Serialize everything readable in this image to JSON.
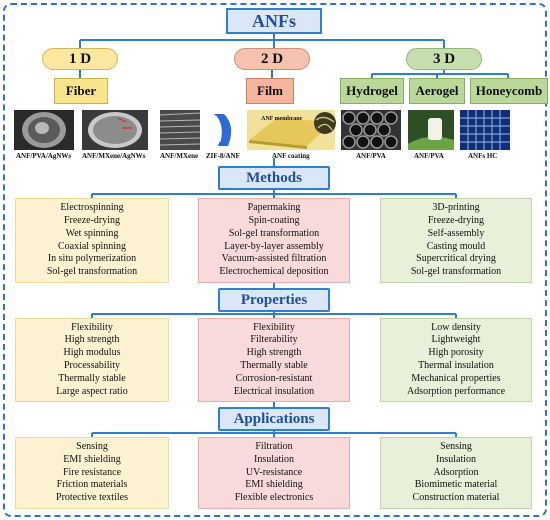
{
  "root": "ANFs",
  "dimensions": [
    {
      "label": "1 D",
      "forms": [
        "Fiber"
      ]
    },
    {
      "label": "2 D",
      "forms": [
        "Film"
      ]
    },
    {
      "label": "3 D",
      "forms": [
        "Hydrogel",
        "Aerogel",
        "Honeycomb"
      ]
    }
  ],
  "image_captions": [
    "ANF/PVA/AgNWs",
    "ANF/MXene/AgNWs",
    "ANF/MXene",
    "ZIF-8/ANF",
    "ANF coating",
    "ANF/PVA",
    "ANF/PVA",
    "ANFs HC"
  ],
  "image_labels": {
    "membrane": "ANF membrane"
  },
  "methods": {
    "title": "Methods",
    "fiber": [
      "Electrospinning",
      "Freeze-drying",
      "Wet spinning",
      "Coaxial spinning",
      "In situ polymerization",
      "Sol-gel transformation"
    ],
    "film": [
      "Papermaking",
      "Spin-coating",
      "Sol-gel transformation",
      "Layer-by-layer assembly",
      "Vacuum-assisted filtration",
      "Electrochemical deposition"
    ],
    "bulk": [
      "3D-printing",
      "Freeze-drying",
      "Self-assembly",
      "Casting mould",
      "Supercritical drying",
      "Sol-gel transformation"
    ]
  },
  "properties": {
    "title": "Properties",
    "fiber": [
      "Flexibility",
      "High strength",
      "High modulus",
      "Processability",
      "Thermally stable",
      "Large aspect ratio"
    ],
    "film": [
      "Flexibility",
      "Filterability",
      "High strength",
      "Thermally stable",
      "Corrosion-resistant",
      "Electrical insulation"
    ],
    "bulk": [
      "Low density",
      "Lightweight",
      "High porosity",
      "Thermal insulation",
      "Mechanical properties",
      "Adsorption performance"
    ]
  },
  "applications": {
    "title": "Applications",
    "fiber": [
      "Sensing",
      "EMI shielding",
      "Fire resistance",
      "Friction materials",
      "Protective textiles"
    ],
    "film": [
      "Filtration",
      "Insulation",
      "UV-resistance",
      "EMI shielding",
      "Flexible electronics"
    ],
    "bulk": [
      "Sensing",
      "Insulation",
      "Adsorption",
      "Biomimetic material",
      "Construction material"
    ]
  },
  "colors": {
    "frame": "#2f6fd8",
    "connector": "#2e7fd0",
    "header_fill": "#dbe7f6",
    "yellow_panel": "#fcf2d2",
    "red_panel": "#f9dada",
    "green_panel": "#e7f0d9"
  }
}
